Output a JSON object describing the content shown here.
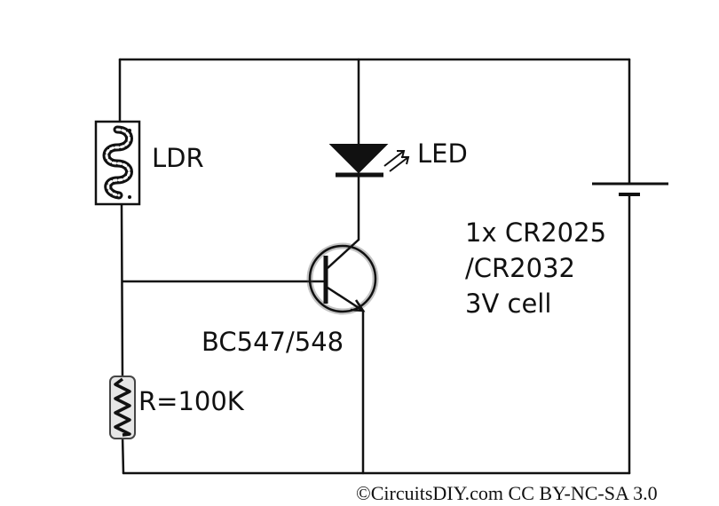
{
  "labels": {
    "ldr": "LDR",
    "led": "LED",
    "transistor": "BC547/548",
    "resistor": "R=100K",
    "battery_line1": "1x CR2025",
    "battery_line2": "/CR2032",
    "battery_line3": "3V cell"
  },
  "footer": {
    "credit": "©CircuitsDIY.com CC BY-NC-SA 3.0"
  }
}
